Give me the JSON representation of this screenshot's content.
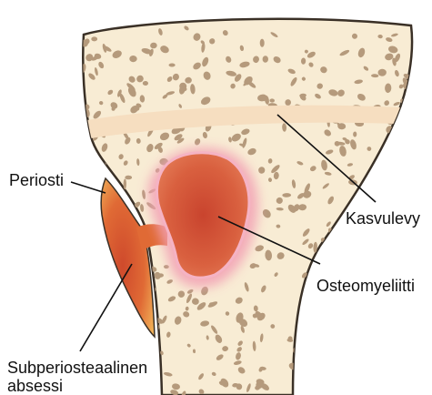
{
  "labels": {
    "periosti": "Periosti",
    "kasvulevy": "Kasvulevy",
    "osteomyeliitti": "Osteomyeliitti",
    "subperiosteal_line1": "Subperiosteaalinen",
    "subperiosteal_line2": "absessi"
  },
  "colors": {
    "bone_fill": "#f8ecd4",
    "bone_outline": "#3a3026",
    "trabecula": "#b59a7c",
    "growth_plate": "#f6dec0",
    "infection_core": "#d95a3b",
    "infection_glow": "#f2a0b4",
    "abscess_core": "#d8532f",
    "abscess_edge": "#f3b95a"
  },
  "icons": {
    "bone": "bone-cross-section-illustration"
  }
}
